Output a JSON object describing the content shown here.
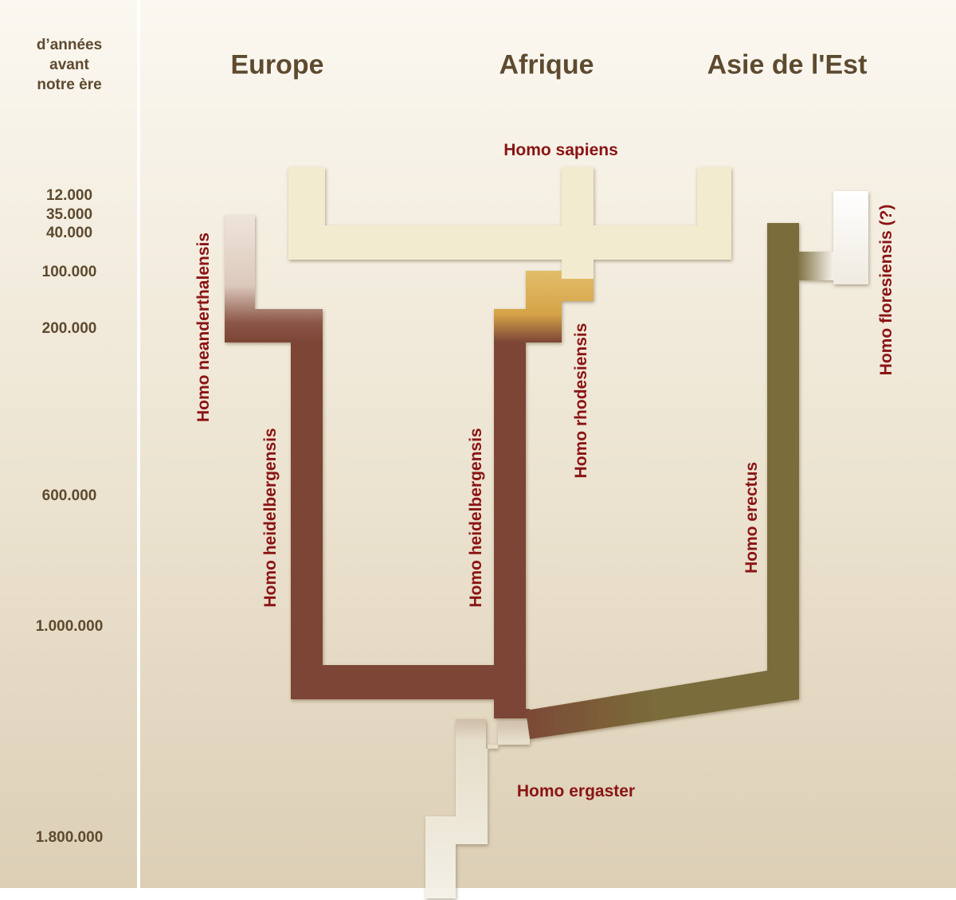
{
  "axis": {
    "title_lines": [
      "d’années",
      "avant",
      "notre ère"
    ],
    "ticks": [
      "12.000",
      "35.000",
      "40.000",
      "100.000",
      "200.000",
      "600.000",
      "1.000.000",
      "1.800.000"
    ]
  },
  "regions": [
    "Europe",
    "Afrique",
    "Asie de l'Est"
  ],
  "species": {
    "sapiens": "Homo sapiens",
    "neanderthalensis": "Homo neanderthalensis",
    "heidelbergensis_europe": "Homo heidelbergensis",
    "heidelbergensis_africa": "Homo heidelbergensis",
    "rhodesiensis": "Homo rhodesiensis",
    "erectus": "Homo erectus",
    "floresiensis": "Homo floresiensis (?)",
    "ergaster": "Homo ergaster"
  },
  "colors": {
    "text_brown": "#5e4a2e",
    "label_red": "#8a1414",
    "heidelbergensis": "#7c4536",
    "erectus": "#7a6c3a",
    "sapiens": "#f3ebcf",
    "rhodesiensis": "#d9a64a",
    "ergaster": "#ece6d4"
  }
}
